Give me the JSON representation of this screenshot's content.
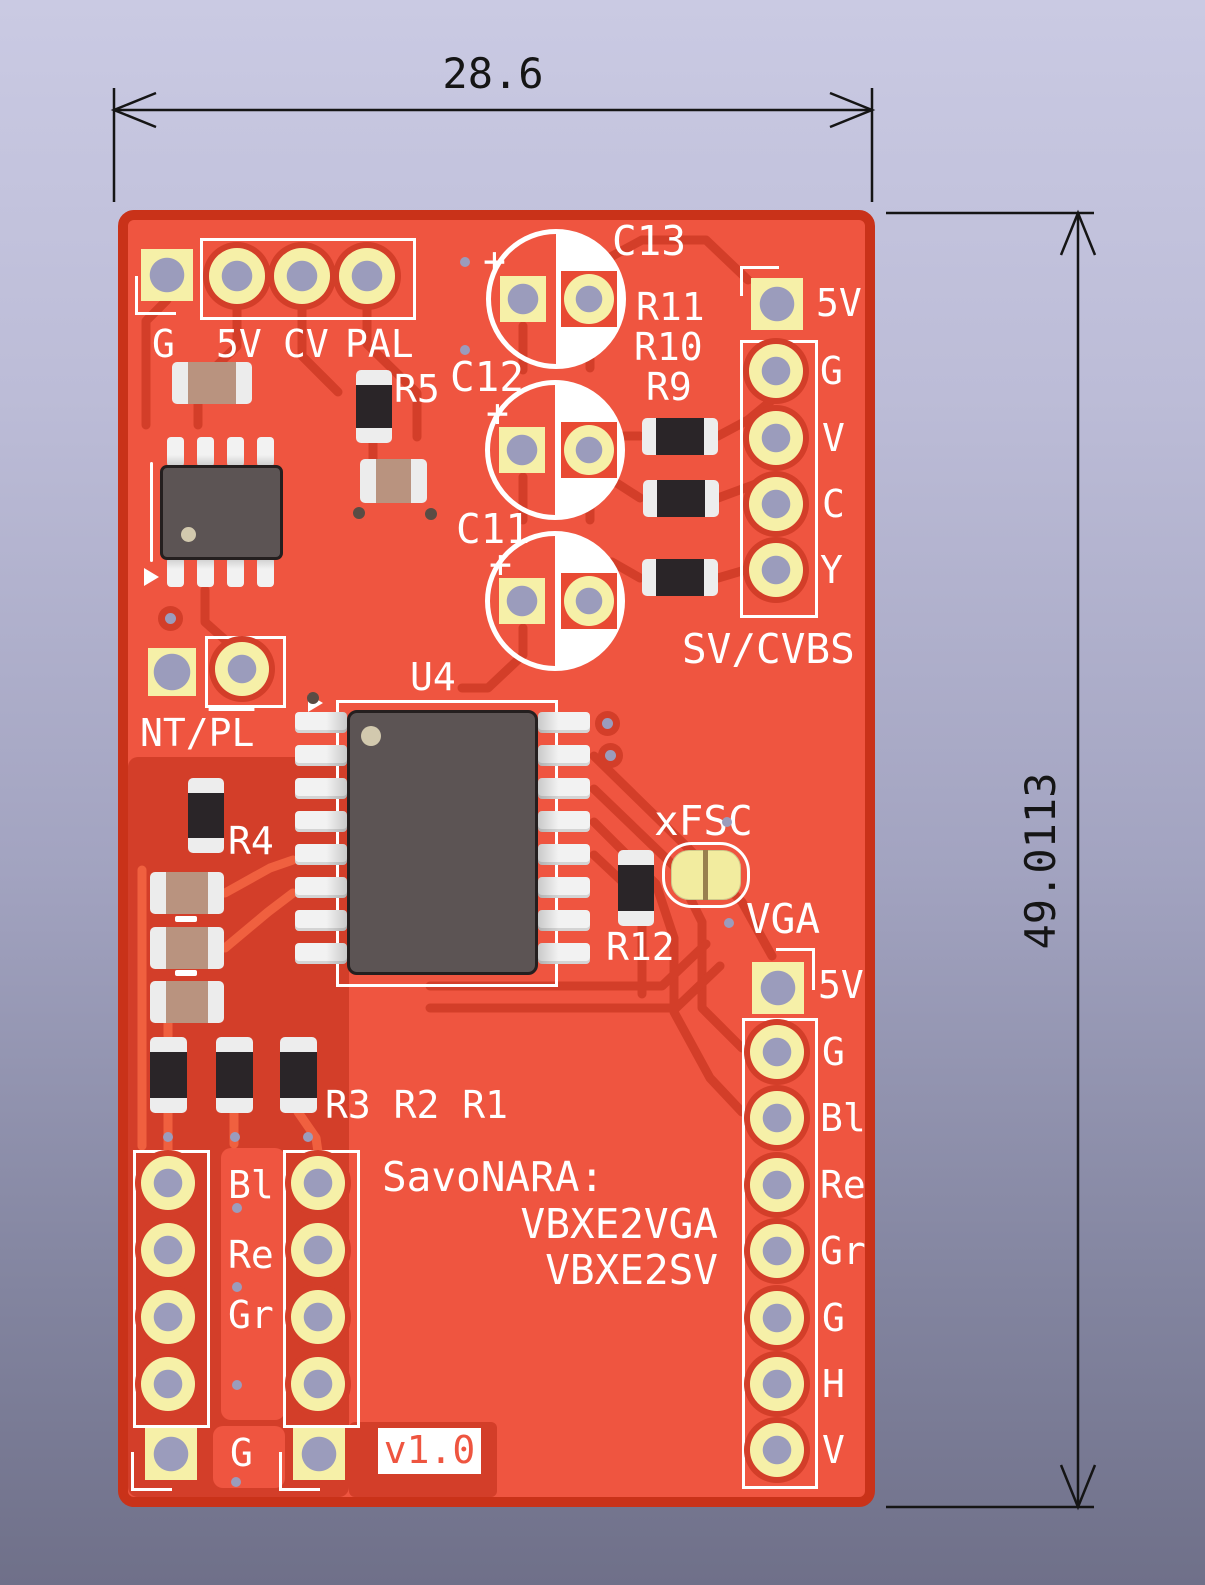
{
  "colors": {
    "background_top": "#cacae3",
    "background_bottom": "#6f7089",
    "board_substrate": "#ef5540",
    "board_edge": "#c93219",
    "copper_trace": "#d33e29",
    "pad_yellow": "#f6f0a8",
    "hole_lavender": "#9b9cbc",
    "silkscreen": "#ffffff",
    "dimension_line": "#151515",
    "version_text": "#ee5540"
  },
  "dimensions": {
    "width": "28.6",
    "height": "49.0113"
  },
  "silk": {
    "top_header": [
      "G",
      "5V",
      "CV",
      "PAL"
    ],
    "refs": {
      "c13": "C13",
      "c12": "C12",
      "c11": "C11",
      "r5": "R5",
      "r11": "R11",
      "r10": "R10",
      "r9": "R9",
      "r4": "R4",
      "r12": "R12",
      "u4": "U4",
      "xfsc": "xFSC",
      "r321": "R3 R2 R1"
    },
    "ntpl": {
      "prefix": "NT/",
      "over": "PL"
    },
    "plus": "+",
    "sv": {
      "power": "5V",
      "pins": [
        "G",
        "V",
        "C",
        "Y"
      ],
      "caption": "SV/CVBS"
    },
    "vga": {
      "caption": "VGA",
      "power": "5V",
      "pins": [
        "G",
        "Bl",
        "Re",
        "Gr",
        "G",
        "H",
        "V"
      ]
    },
    "left": {
      "pins": [
        "Bl",
        "Re",
        "Gr"
      ],
      "ground": "G"
    },
    "title": {
      "l1": "SavoNARA:",
      "l2": "VBXE2VGA",
      "l3": "VBXE2SV"
    },
    "version": "v1.0"
  }
}
